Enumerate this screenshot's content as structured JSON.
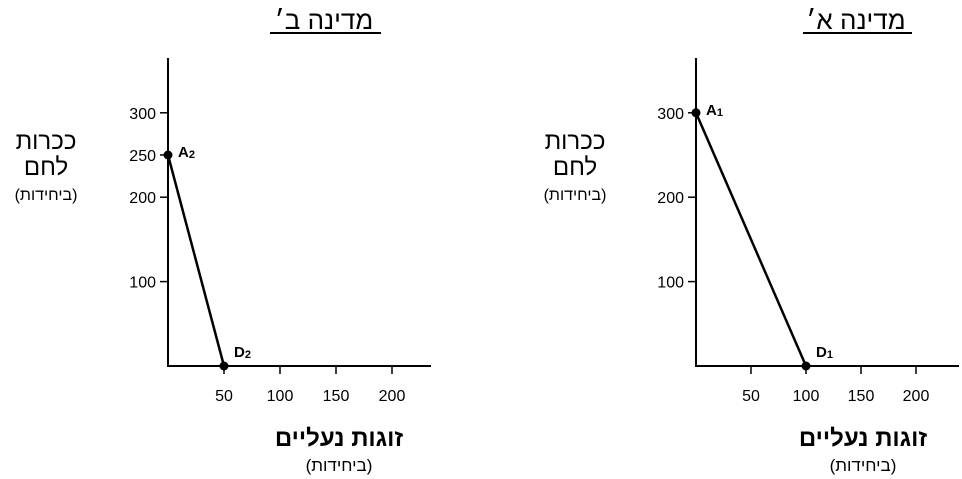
{
  "chart_data": [
    {
      "type": "line",
      "title": "מדינה ב׳",
      "ylabel": "ככרות לחם",
      "ylabel_lines": [
        "ככרות",
        "לחם"
      ],
      "ylabel_unit": "(ביחידות)",
      "xlabel": "זוגות נעליים",
      "xlabel_unit": "(ביחידות)",
      "xlim": [
        0,
        235
      ],
      "ylim": [
        0,
        365
      ],
      "x_ticks": [
        50,
        100,
        150,
        200
      ],
      "y_ticks": [
        100,
        200,
        250,
        300
      ],
      "series": [
        {
          "x": [
            0,
            50
          ],
          "y": [
            250,
            0
          ]
        }
      ],
      "points": [
        {
          "label": "A",
          "sub": "2",
          "x": 0,
          "y": 250
        },
        {
          "label": "D",
          "sub": "2",
          "x": 50,
          "y": 0
        }
      ],
      "grid": false,
      "color": "#000000"
    },
    {
      "type": "line",
      "title": "מדינה א׳",
      "ylabel": "ככרות לחם",
      "ylabel_lines": [
        "ככרות",
        "לחם"
      ],
      "ylabel_unit": "(ביחידות)",
      "xlabel": "זוגות נעליים",
      "xlabel_unit": "(ביחידות)",
      "xlim": [
        0,
        235
      ],
      "ylim": [
        0,
        365
      ],
      "x_ticks": [
        50,
        100,
        150,
        200
      ],
      "y_ticks": [
        100,
        200,
        300
      ],
      "series": [
        {
          "x": [
            0,
            100
          ],
          "y": [
            300,
            0
          ]
        }
      ],
      "points": [
        {
          "label": "A",
          "sub": "1",
          "x": 0,
          "y": 300
        },
        {
          "label": "D",
          "sub": "1",
          "x": 100,
          "y": 0
        }
      ],
      "grid": false,
      "color": "#000000"
    }
  ]
}
